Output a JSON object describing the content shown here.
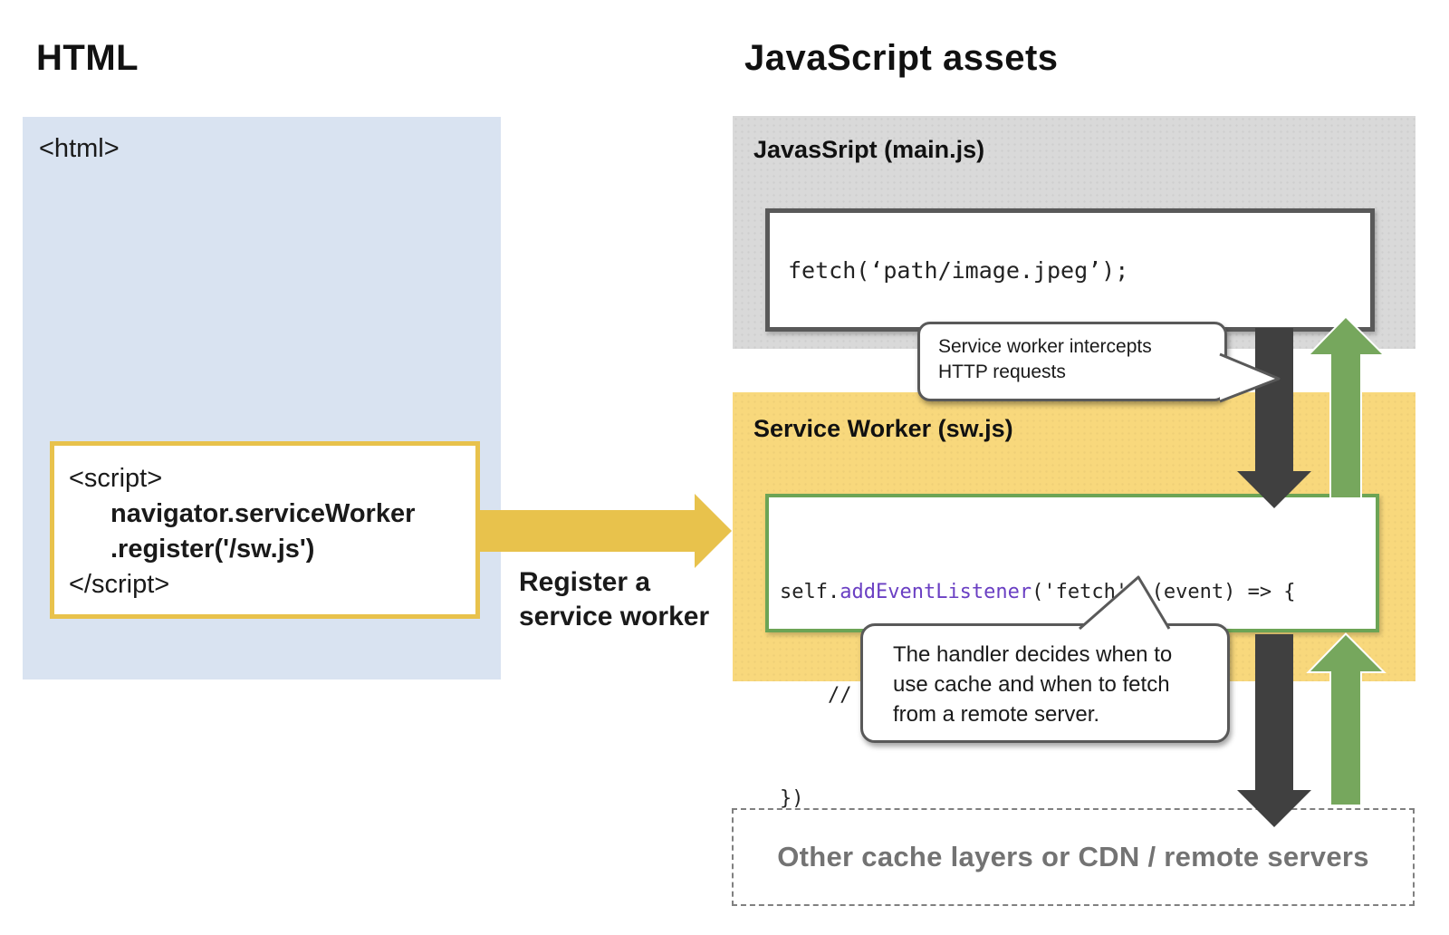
{
  "headings": {
    "left": "HTML",
    "right": "JavaScript assets"
  },
  "html_panel": {
    "open_tag": "<html>",
    "script_box": {
      "line1": "<script>",
      "line2": "navigator.serviceWorker",
      "line3": ".register('/sw.js')",
      "line4": "</script>"
    }
  },
  "register_arrow": {
    "label_line1": "Register a",
    "label_line2": "service worker"
  },
  "main_js_panel": {
    "title": "JavasSript (main.js)",
    "code": "fetch(‘path/image.jpeg’);"
  },
  "sw_panel": {
    "title": "Service Worker (sw.js)",
    "code_line1_pre": "self.",
    "code_line1_fn": "addEventListener",
    "code_line1_post": "('fetch', (event) => {",
    "code_line2": "    // logic of handling fetch event",
    "code_line3": "})"
  },
  "bubbles": {
    "intercept": {
      "line1": "Service worker intercepts",
      "line2": "HTTP requests"
    },
    "handler": {
      "line1": "The handler decides when to",
      "line2": "use cache and when to fetch",
      "line3": "from a remote server."
    }
  },
  "remote_box": {
    "label": "Other cache layers or CDN / remote servers"
  },
  "colors": {
    "blue_panel": "#d9e3f1",
    "gray_panel": "#d9d9d9",
    "yellow_panel": "#f8d87c",
    "gold_accent": "#e8c24c",
    "green_arrow": "#76a75d",
    "green_border": "#6ca455",
    "dark_arrow": "#404040",
    "function_purple": "#6a3fc3",
    "bubble_border": "#595959",
    "muted_text": "#737373"
  }
}
